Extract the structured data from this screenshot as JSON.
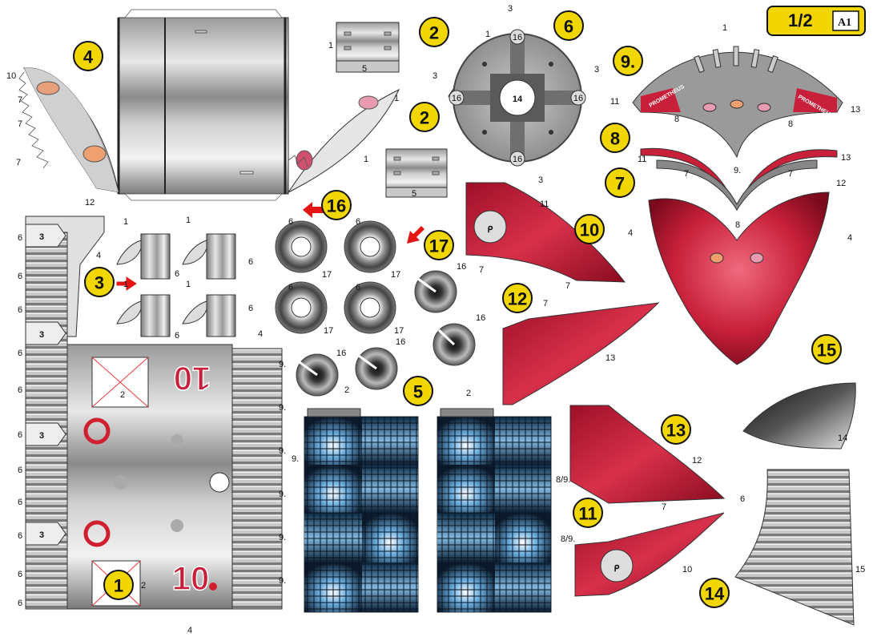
{
  "header": {
    "sheet_label": "1/2",
    "paper_size_label": "A1"
  },
  "badges": {
    "b1": "1",
    "b2a": "2",
    "b2b": "2",
    "b3": "3",
    "b4": "4",
    "b5": "5",
    "b6": "6",
    "b7": "7",
    "b8": "8",
    "b9": "9.",
    "b10": "10",
    "b11": "11",
    "b12": "12",
    "b13": "13",
    "b14": "14",
    "b15": "15",
    "b16": "16",
    "b17": "17"
  },
  "markings": {
    "hull_number_top": "10",
    "hull_number_bottom": "10",
    "brand_left": "PROMETHEUS",
    "brand_right": "PROMETHEUS",
    "cap_center": "14",
    "cap_tab": "16"
  },
  "tab_numbers": {
    "t1": "1",
    "t2": "2",
    "t3": "3",
    "t4": "4",
    "t5": "5",
    "t6": "6",
    "t7": "7",
    "t8": "8",
    "t9": "9.",
    "t10": "10",
    "t11": "11",
    "t12": "12",
    "t13": "13",
    "t14": "14",
    "t15": "15",
    "t16": "16",
    "t17": "17",
    "t89": "8/9."
  },
  "colors": {
    "badge": "#f2d600",
    "hull_red": "#c8203a",
    "metal_light": "#dcdcdc",
    "metal_dark": "#6a6a6a",
    "screen_blue": "#2b7fc0"
  }
}
